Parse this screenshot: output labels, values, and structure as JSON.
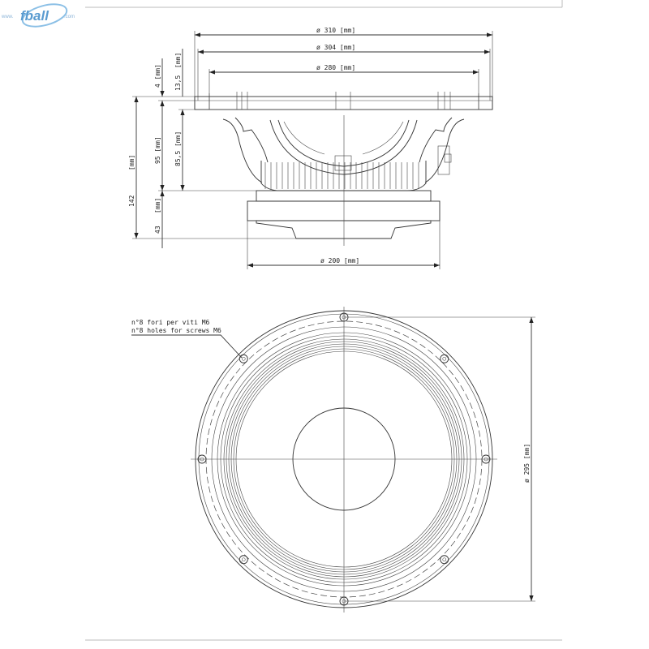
{
  "logo": {
    "text": "fball",
    "prefix": "www.",
    "suffix": ".com",
    "color": "#5a9bd0"
  },
  "side_view": {
    "dims": {
      "outer_diameter": "ø 310 [mm]",
      "mid_diameter": "ø 304 [mm]",
      "inner_diameter": "ø 280 [mm]",
      "magnet_diameter": "ø 200 [mm]",
      "total_depth": "142",
      "total_depth_unit": "[mm]",
      "flange": "4 [mm]",
      "flange_height": "13,5",
      "flange_height_unit": "[mm]",
      "basket_depth": "95 [mm]",
      "basket_inner_depth": "85,5 [mm]",
      "magnet_depth": "43",
      "magnet_depth_unit": "[mm]"
    }
  },
  "front_view": {
    "note_it": "n°8 fori per viti M6",
    "note_en": "n°8 holes for screws M6",
    "hole_circle_diameter": "ø 295 [mm]",
    "hole_count": 8
  }
}
